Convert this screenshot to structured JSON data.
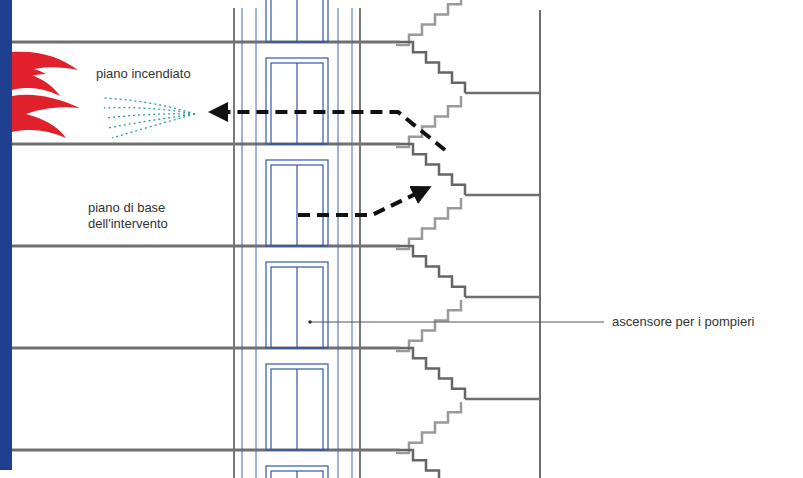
{
  "diagram": {
    "labels": [
      "piano incendiato",
      "piano di base dell'intervento",
      "ascensore per i pompieri"
    ]
  }
}
